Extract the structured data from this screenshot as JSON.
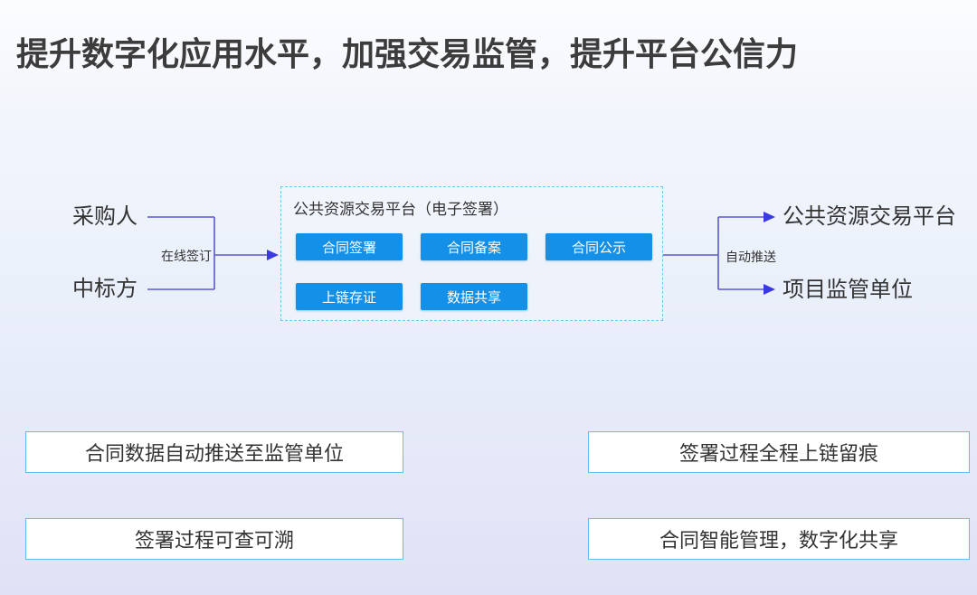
{
  "title": "提升数字化应用水平，加强交易监管，提升平台公信力",
  "flow": {
    "left_nodes": [
      {
        "label": "采购人"
      },
      {
        "label": "中标方"
      }
    ],
    "left_edge_label": "在线签订",
    "platform": {
      "title": "公共资源交易平台（电子签署）",
      "buttons": [
        "合同签署",
        "合同备案",
        "合同公示",
        "上链存证",
        "数据共享"
      ]
    },
    "right_edge_label": "自动推送",
    "right_nodes": [
      {
        "label": "公共资源交易平台"
      },
      {
        "label": "项目监管单位"
      }
    ]
  },
  "benefit_cards": [
    {
      "label": "合同数据自动推送至监管单位"
    },
    {
      "label": "签署过程全程上链留痕"
    },
    {
      "label": "签署过程可查可溯"
    },
    {
      "label": "合同智能管理，数字化共享"
    }
  ],
  "colors": {
    "accent_blue": "#1590e8",
    "line_purple": "#5b58d6",
    "arrow_blue": "#3a3ae0",
    "box_border": "#6cc6f2",
    "card_border": "#5ec1ec",
    "text_dark": "#333333",
    "title_color": "#3c3c3c"
  }
}
